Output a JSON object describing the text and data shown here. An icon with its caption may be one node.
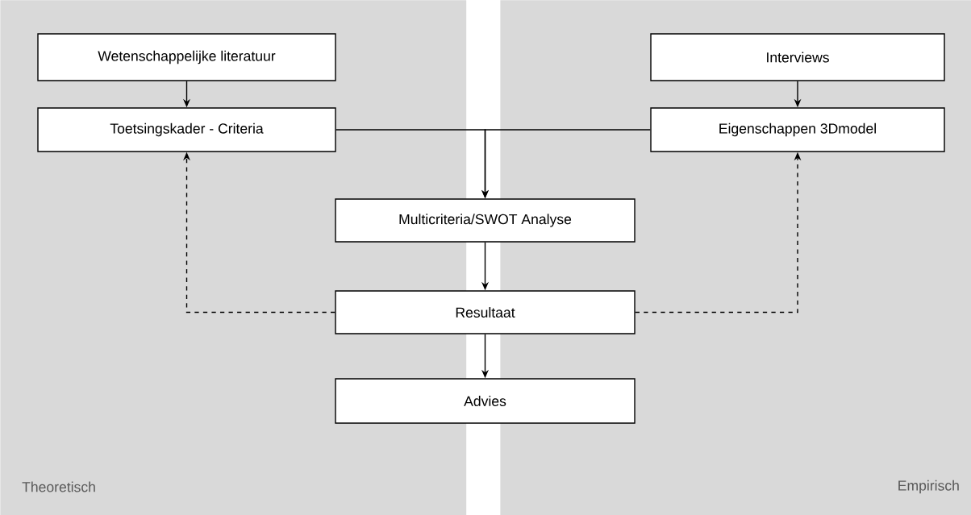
{
  "diagram": {
    "nodes": [
      {
        "text": [
          "Theoretisch"
        ]
      },
      {
        "text": [
          "Empirisch"
        ]
      },
      {
        "text": [
          "Wetenschappelijke literatuur"
        ],
        "in": 0
      },
      {
        "text": [
          "Toetsingskader - Criteria"
        ],
        "in": 0
      },
      {
        "text": [
          "Interviews"
        ],
        "in": 1
      },
      {
        "text": [
          "Eigenschappen 3Dmodel"
        ],
        "in": 1
      },
      {
        "text": [
          "Multicriteria/SWOT Analyse"
        ]
      },
      {
        "text": [
          "Resultaat"
        ]
      },
      {
        "text": [
          "Advies"
        ]
      }
    ],
    "edges": [
      {
        "from": 2,
        "to": 3,
        "arrow": "to"
      },
      {
        "from": 4,
        "to": 5,
        "arrow": "to"
      },
      {
        "from": 3,
        "to": 6,
        "arrow": "to"
      },
      {
        "from": 5,
        "to": 6,
        "arrow": "to"
      },
      {
        "from": 6,
        "to": 7,
        "arrow": "to"
      },
      {
        "from": 7,
        "to": 8,
        "arrow": "to"
      },
      {
        "from": 7,
        "to": 3,
        "arrow": "to",
        "style": "dashed"
      },
      {
        "from": 7,
        "to": 5,
        "arrow": "to",
        "style": "dashed"
      }
    ]
  }
}
